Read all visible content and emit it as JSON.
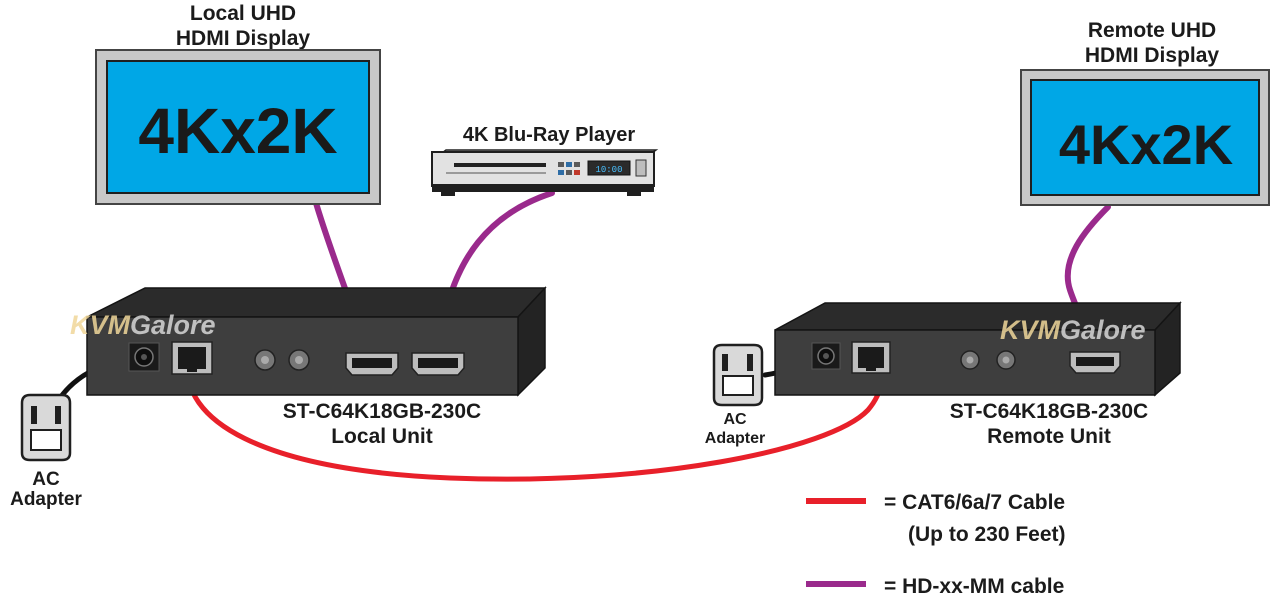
{
  "local_display": {
    "title_line1": "Local UHD",
    "title_line2": "HDMI Display",
    "screen_text": "4Kx2K"
  },
  "remote_display": {
    "title_line1": "Remote UHD",
    "title_line2": "HDMI Display",
    "screen_text": "4Kx2K"
  },
  "bluray": {
    "label": "4K Blu-Ray Player",
    "display_text": "10:00"
  },
  "local_unit": {
    "model": "ST-C64K18GB-230C",
    "name": "Local Unit"
  },
  "remote_unit": {
    "model": "ST-C64K18GB-230C",
    "name": "Remote Unit"
  },
  "local_adapter": {
    "line1": "AC",
    "line2": "Adapter"
  },
  "remote_adapter": {
    "line1": "AC",
    "line2": "Adapter"
  },
  "watermark": {
    "part1": "KVM",
    "part2": "Galore"
  },
  "legend": {
    "items": [
      {
        "color": "#e8202a",
        "line1": "= CAT6/6a/7 Cable",
        "line2": "(Up to 230 Feet)"
      },
      {
        "color": "#9a2a8c",
        "line1": "= HD-xx-MM cable",
        "line2": ""
      }
    ]
  },
  "colors": {
    "screen_blue": "#00a7e6",
    "cat_cable": "#e8202a",
    "hdmi_cable": "#9a2a8c",
    "box_front": "#3e3e3e",
    "box_top": "#2b2b2b",
    "box_side": "#232323"
  }
}
